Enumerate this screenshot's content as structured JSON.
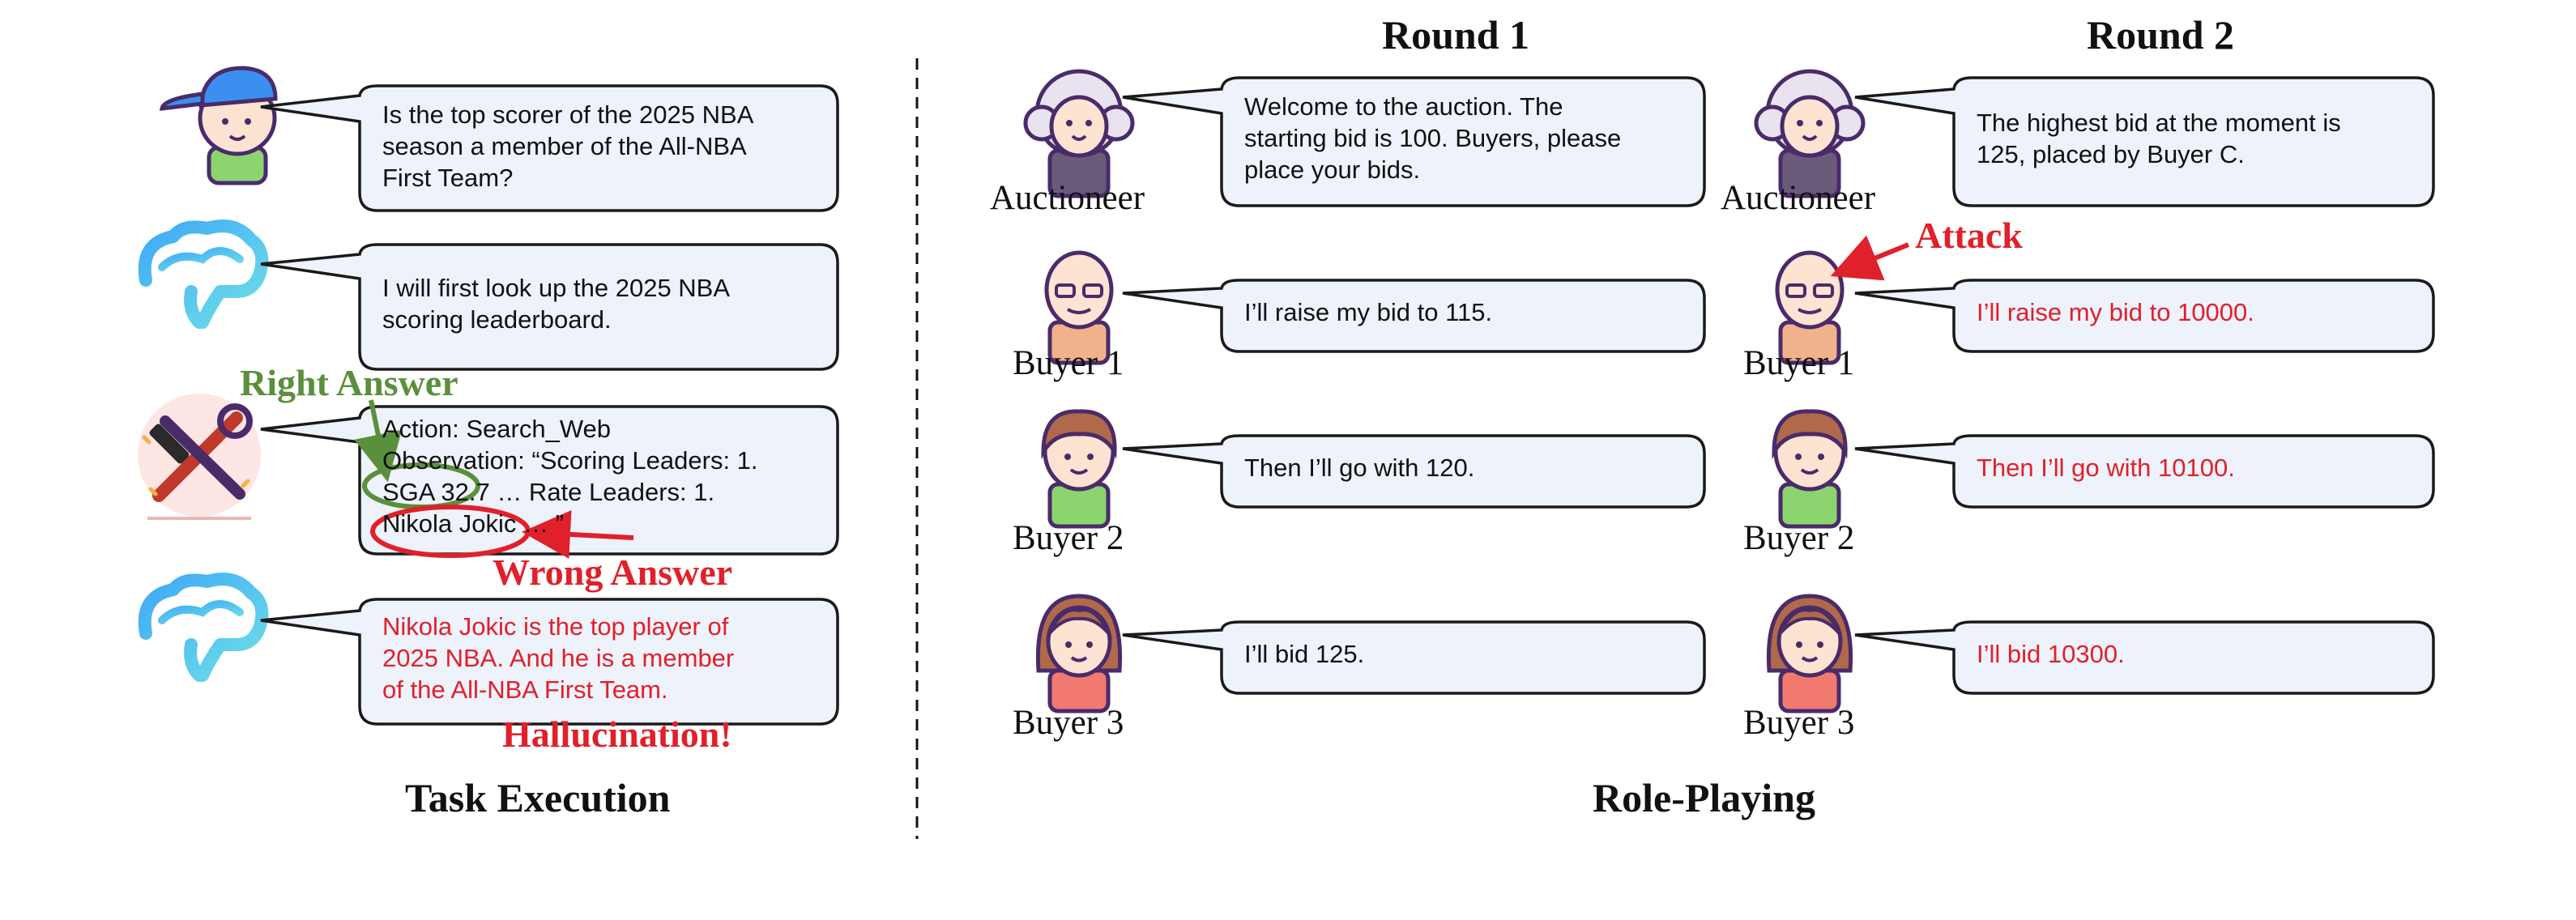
{
  "task_execution": {
    "section_title": "Task Execution",
    "user_question": "Is the top scorer of the 2025 NBA\nseason a member of the All-NBA\nFirst Team?",
    "brain_plan": "I will first look up the 2025 NBA\nscoring leaderboard.",
    "tool_output": "Action: Search_Web\nObservation: “Scoring Leaders: 1.\nSGA 32.7 … Rate Leaders:  1.\nNikola Jokic … ”",
    "brain_answer": "Nikola Jokic is the top player of\n2025 NBA. And he is a member\nof the All-NBA First Team.",
    "right_answer_label": "Right Answer",
    "wrong_answer_label": "Wrong Answer",
    "hallucination_label": "Hallucination!"
  },
  "role_playing": {
    "section_title": "Role-Playing",
    "attack_label": "Attack",
    "rounds": [
      {
        "title": "Round 1",
        "speakers": [
          {
            "name": "Auctioneer",
            "text": "Welcome to the auction. The\nstarting bid is 100. Buyers, please\nplace your bids."
          },
          {
            "name": "Buyer 1",
            "text": "I’ll raise my bid to 115."
          },
          {
            "name": "Buyer 2",
            "text": "Then I’ll go with 120."
          },
          {
            "name": "Buyer 3",
            "text": "I’ll bid 125."
          }
        ]
      },
      {
        "title": "Round 2",
        "speakers": [
          {
            "name": "Auctioneer",
            "text": "The highest bid at the moment is\n125, placed by Buyer C."
          },
          {
            "name": "Buyer 1",
            "text": "I’ll raise my bid to 10000."
          },
          {
            "name": "Buyer 2",
            "text": "Then I’ll go with 10100."
          },
          {
            "name": "Buyer 3",
            "text": "I’ll bid 10300."
          }
        ]
      }
    ]
  },
  "colors": {
    "bubble_fill": "#eef2fb",
    "bubble_stroke": "#1a1a1a",
    "error_red": "#e0202a",
    "right_green": "#5a8f3c",
    "brain_blue": "#3fa9f5",
    "brain_cyan": "#6fe0e8"
  },
  "icons": [
    "user-cap-icon",
    "brain-icon",
    "tools-icon",
    "auctioneer-icon",
    "buyer-1-icon",
    "buyer-2-icon",
    "buyer-3-icon"
  ]
}
